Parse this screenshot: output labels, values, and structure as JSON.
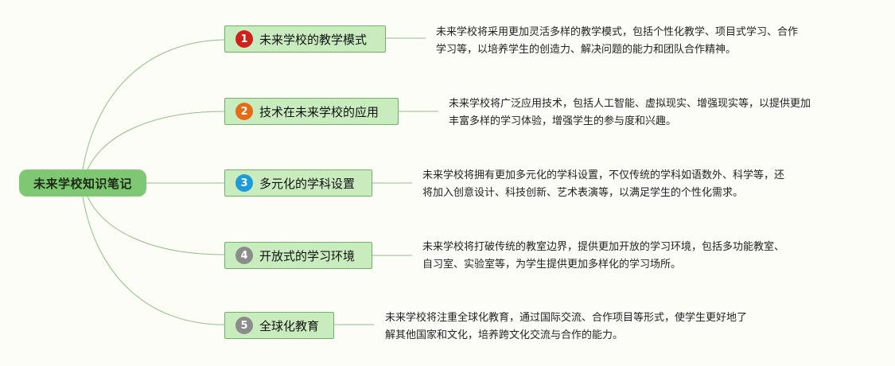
{
  "root": {
    "label": "未来学校知识笔记"
  },
  "branches": [
    {
      "number": "1",
      "badge_color": "#d0221d",
      "title": "未来学校的教学模式",
      "desc": [
        "未来学校将采用更加灵活多样的教学模式，包括个性化教学、项目式学习、合作",
        "学习等，以培养学生的创造力、解决问题的能力和团队合作精神。"
      ]
    },
    {
      "number": "2",
      "badge_color": "#e46b17",
      "title": "技术在未来学校的应用",
      "desc": [
        "未来学校将广泛应用技术，包括人工智能、虚拟现实、增强现实等，以提供更加",
        "丰富多样的学习体验，增强学生的参与度和兴趣。"
      ]
    },
    {
      "number": "3",
      "badge_color": "#1d9bd8",
      "title": "多元化的学科设置",
      "desc": [
        "未来学校将拥有更加多元化的学科设置，不仅传统的学科如语数外、科学等，还",
        "将加入创意设计、科技创新、艺术表演等，以满足学生的个性化需求。"
      ]
    },
    {
      "number": "4",
      "badge_color": "#8c8c8c",
      "title": "开放式的学习环境",
      "desc": [
        "未来学校将打破传统的教室边界，提供更加开放的学习环境，包括多功能教室、",
        "自习室、实验室等，为学生提供更加多样化的学习场所。"
      ]
    },
    {
      "number": "5",
      "badge_color": "#8c8c8c",
      "title": "全球化教育",
      "desc": [
        "未来学校将注重全球化教育，通过国际交流、合作项目等形式，使学生更好地了",
        "解其他国家和文化，培养跨文化交流与合作的能力。"
      ]
    }
  ],
  "colors": {
    "line": "#8fbf86",
    "node_fill": "#c9ecbf",
    "root_fill": "#7fc873"
  }
}
